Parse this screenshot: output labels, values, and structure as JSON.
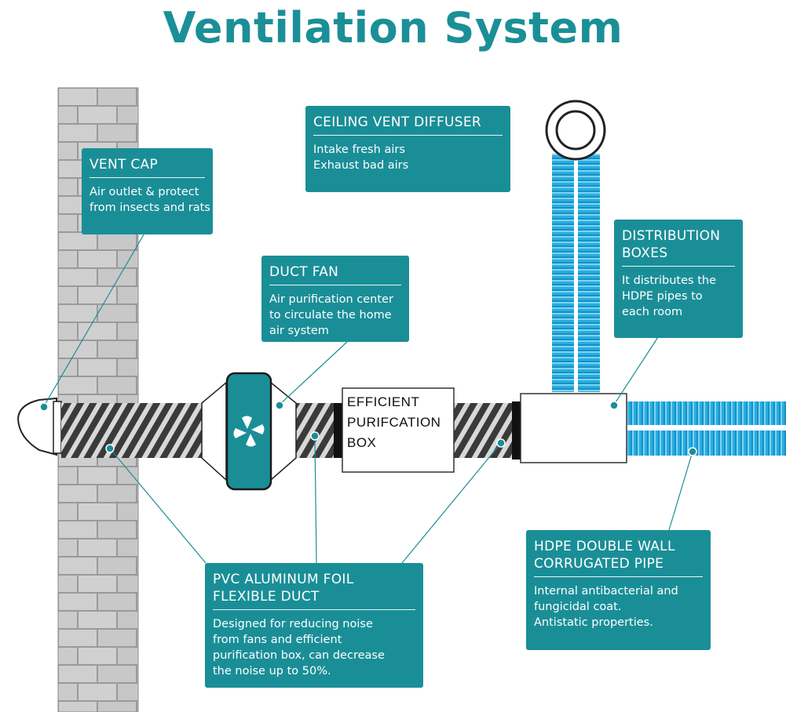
{
  "title": "Ventilation System",
  "colors": {
    "teal": "#1a8e97",
    "title_teal": "#1b8f97",
    "pipe_blue": "#27aee2",
    "brick": "#c9c9c9",
    "mortar": "#9a9a9a"
  },
  "icons": {
    "fan": "fan-icon"
  },
  "callouts": {
    "vent_cap": {
      "title": [
        "VENT CAP"
      ],
      "body": [
        "Air outlet  & protect",
        "from insects and rats"
      ]
    },
    "ceiling_vent": {
      "title": [
        "CEILING VENT DIFFUSER"
      ],
      "body": [
        "Intake fresh airs",
        "Exhaust bad airs"
      ]
    },
    "distribution": {
      "title": [
        "DISTRIBUTION",
        "BOXES"
      ],
      "body": [
        "It distributes the",
        "HDPE pipes to",
        "each room"
      ]
    },
    "duct_fan": {
      "title": [
        "DUCT FAN"
      ],
      "body": [
        "Air purification center",
        "to circulate the home",
        "air system"
      ]
    },
    "pvc_duct": {
      "title": [
        "PVC ALUMINUM FOIL",
        "FLEXIBLE DUCT"
      ],
      "body": [
        "Designed for reducing noise",
        "from fans and efficient",
        "purification box, can decrease",
        "the noise up to 50%."
      ]
    },
    "hdpe_pipe": {
      "title": [
        "HDPE DOUBLE WALL",
        "CORRUGATED PIPE"
      ],
      "body": [
        "Internal antibacterial and",
        "fungicidal coat.",
        "Antistatic properties."
      ]
    }
  },
  "purification_box": {
    "label": [
      "EFFICIENT",
      "PURIFCATION",
      "BOX"
    ]
  }
}
